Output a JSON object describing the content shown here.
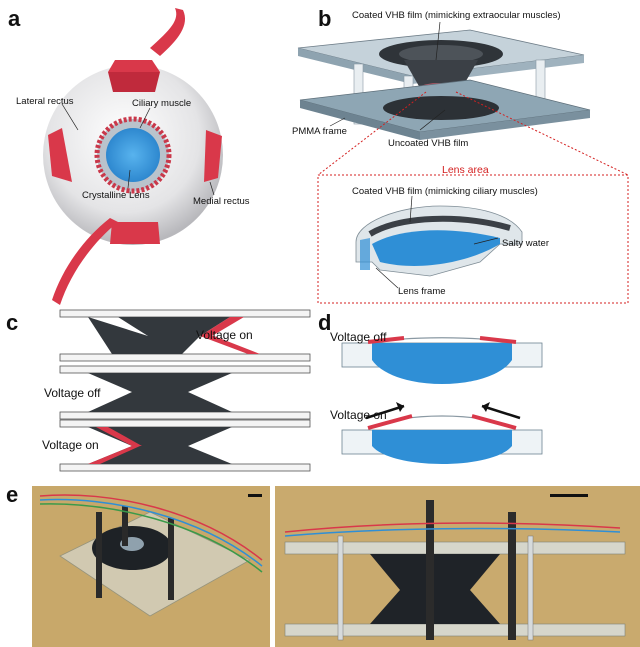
{
  "panels": {
    "a": {
      "label": "a"
    },
    "b": {
      "label": "b"
    },
    "c": {
      "label": "c"
    },
    "d": {
      "label": "d"
    },
    "e": {
      "label": "e"
    }
  },
  "panel_a": {
    "lateral_rectus": "Lateral rectus",
    "ciliary_muscle": "Ciliary muscle",
    "crystalline_lens": "Crystalline Lens",
    "medial_rectus": "Medial rectus"
  },
  "panel_b": {
    "coated_film_top": "Coated VHB film (mimicking extraocular muscles)",
    "pmma_frame": "PMMA frame",
    "uncoated_film": "Uncoated VHB film",
    "lens_area_title": "Lens area",
    "coated_film_ciliary": "Coated VHB film (mimicking ciliary muscles)",
    "salty_water": "Salty water",
    "lens_frame": "Lens frame"
  },
  "panel_c": {
    "voltage_on_top": "Voltage on",
    "voltage_off": "Voltage off",
    "voltage_on_bottom": "Voltage on"
  },
  "panel_d": {
    "voltage_off": "Voltage off",
    "voltage_on": "Voltage on"
  },
  "colors": {
    "muscle_red": "#d9384a",
    "lens_blue": "#2f8fd6",
    "film_dark": "#33383d",
    "frame_blue_gray": "#9ab0bd",
    "photo_bg_left": "#c8a86a",
    "photo_bg_right": "#c9aa6e"
  }
}
